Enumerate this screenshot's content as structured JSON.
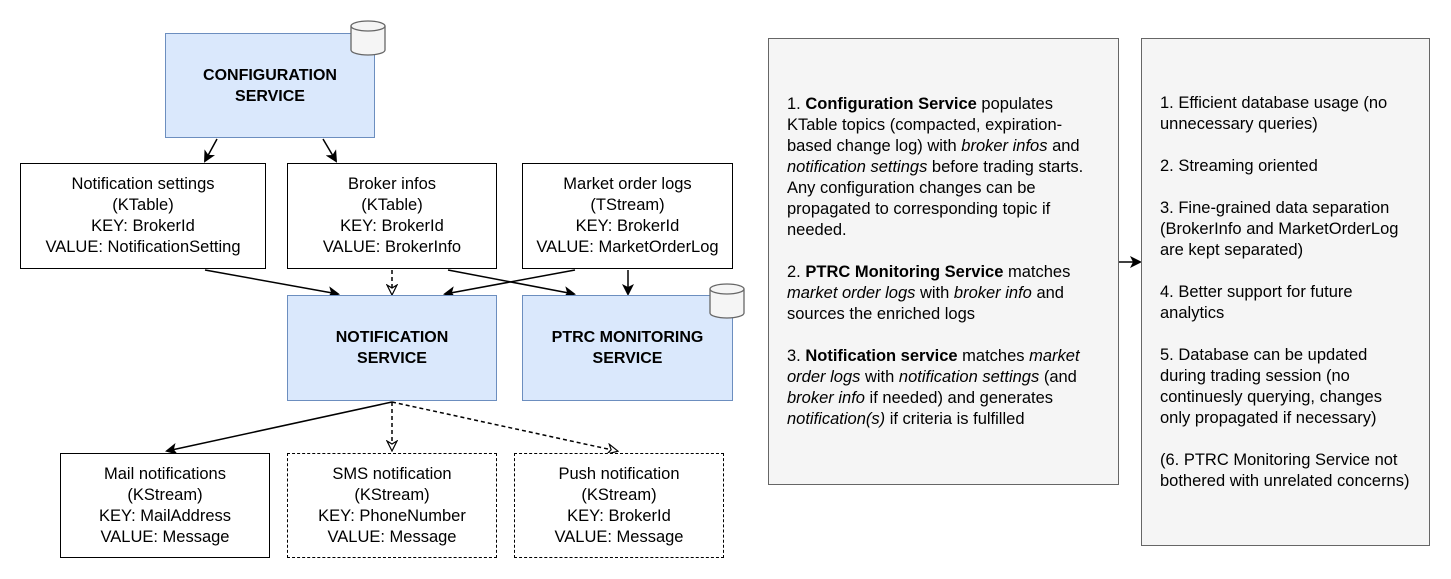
{
  "services": {
    "configuration": [
      "CONFIGURATION",
      "SERVICE"
    ],
    "notification": [
      "NOTIFICATION",
      "SERVICE"
    ],
    "ptrc": [
      "PTRC MONITORING",
      "SERVICE"
    ]
  },
  "topics": {
    "notification_settings": [
      "Notification settings",
      "(KTable)",
      "KEY: BrokerId",
      "VALUE: NotificationSetting"
    ],
    "broker_infos": [
      "Broker infos",
      "(KTable)",
      "KEY: BrokerId",
      "VALUE: BrokerInfo"
    ],
    "market_order_logs": [
      "Market order logs",
      "(TStream)",
      "KEY: BrokerId",
      "VALUE: MarketOrderLog"
    ],
    "mail_notifications": [
      "Mail notifications",
      "(KStream)",
      "KEY: MailAddress",
      "VALUE: Message"
    ],
    "sms_notification": [
      "SMS notification",
      "(KStream)",
      "KEY: PhoneNumber",
      "VALUE: Message"
    ],
    "push_notification": [
      "Push notification",
      "(KStream)",
      "KEY: BrokerId",
      "VALUE: Message"
    ]
  },
  "description": {
    "step1": {
      "prefix": "1. ",
      "bold": "Configuration Service",
      "t1": " populates KTable topics (compacted, expiration-based change log) with ",
      "i1": "broker infos",
      "t2": " and ",
      "i2": "notification settings",
      "t3": " before trading starts. Any configuration changes can be propagated to corresponding topic if needed."
    },
    "step2": {
      "prefix": "2. ",
      "bold": "PTRC Monitoring Service",
      "t1": " matches ",
      "i1": "market order logs",
      "t2": " with ",
      "i2": "broker info",
      "t3": " and sources the enriched logs"
    },
    "step3": {
      "prefix": "3. ",
      "bold": "Notification service",
      "t1": " matches ",
      "i1": "market order logs",
      "t2": " with ",
      "i2": "notification settings",
      "t3": " (and ",
      "i3": "broker info",
      "t4": " if needed) and generates ",
      "i4": "notification(s)",
      "t5": " if criteria is fulfilled"
    }
  },
  "benefits": [
    "1. Efficient database usage (no unnecessary queries)",
    "2. Streaming oriented",
    "3. Fine-grained data separation (BrokerInfo and MarketOrderLog are kept separated)",
    "4. Better support for future analytics",
    "5. Database can be updated during trading session (no continuesly querying, changes only propagated if necessary)",
    "(6. PTRC Monitoring Service not bothered with unrelated concerns)"
  ],
  "colors": {
    "service_fill": "#dae8fc",
    "service_stroke": "#6c8ebf",
    "panel_fill": "#f5f5f5",
    "panel_stroke": "#666666"
  },
  "icons": {
    "database": "database-icon",
    "arrow": "arrow-head"
  }
}
